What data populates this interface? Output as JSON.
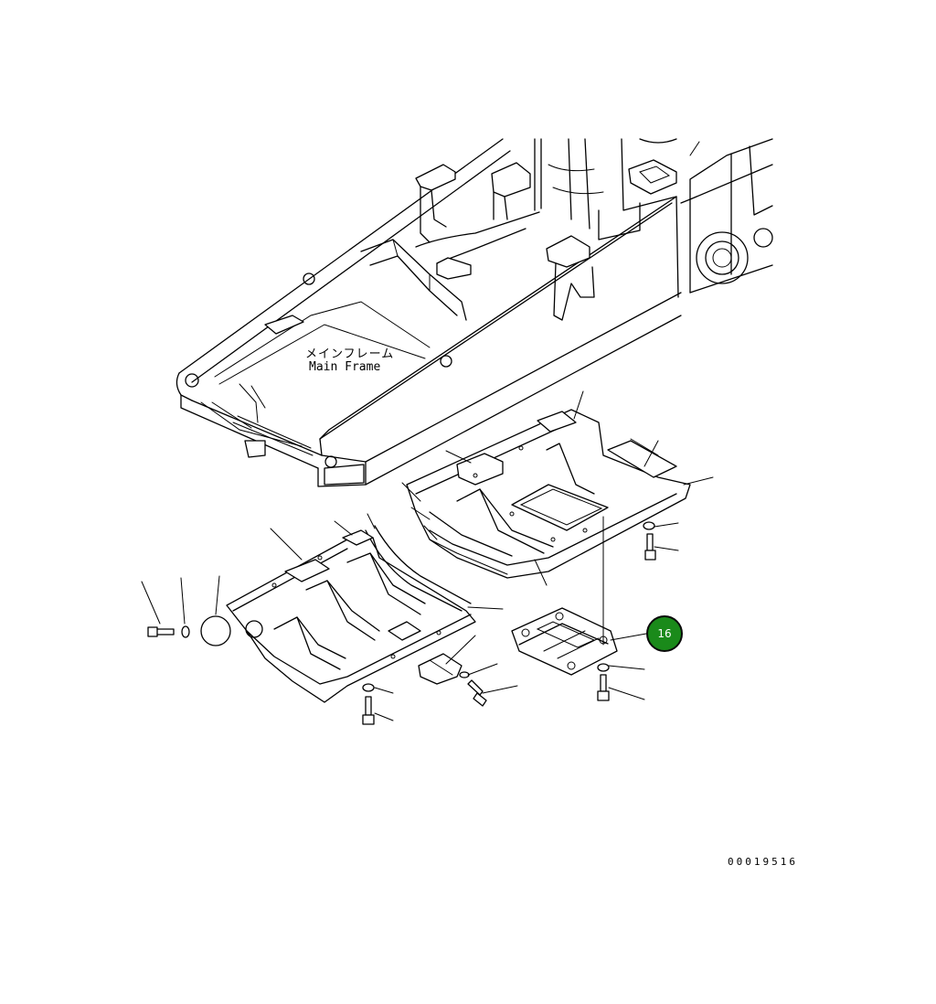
{
  "diagram": {
    "labels": {
      "frame_jp": "メインフレーム",
      "frame_en": "Main Frame"
    },
    "callouts": [
      {
        "number": "16",
        "color": "#1a8a1a"
      }
    ],
    "figure_id": "00019516"
  }
}
